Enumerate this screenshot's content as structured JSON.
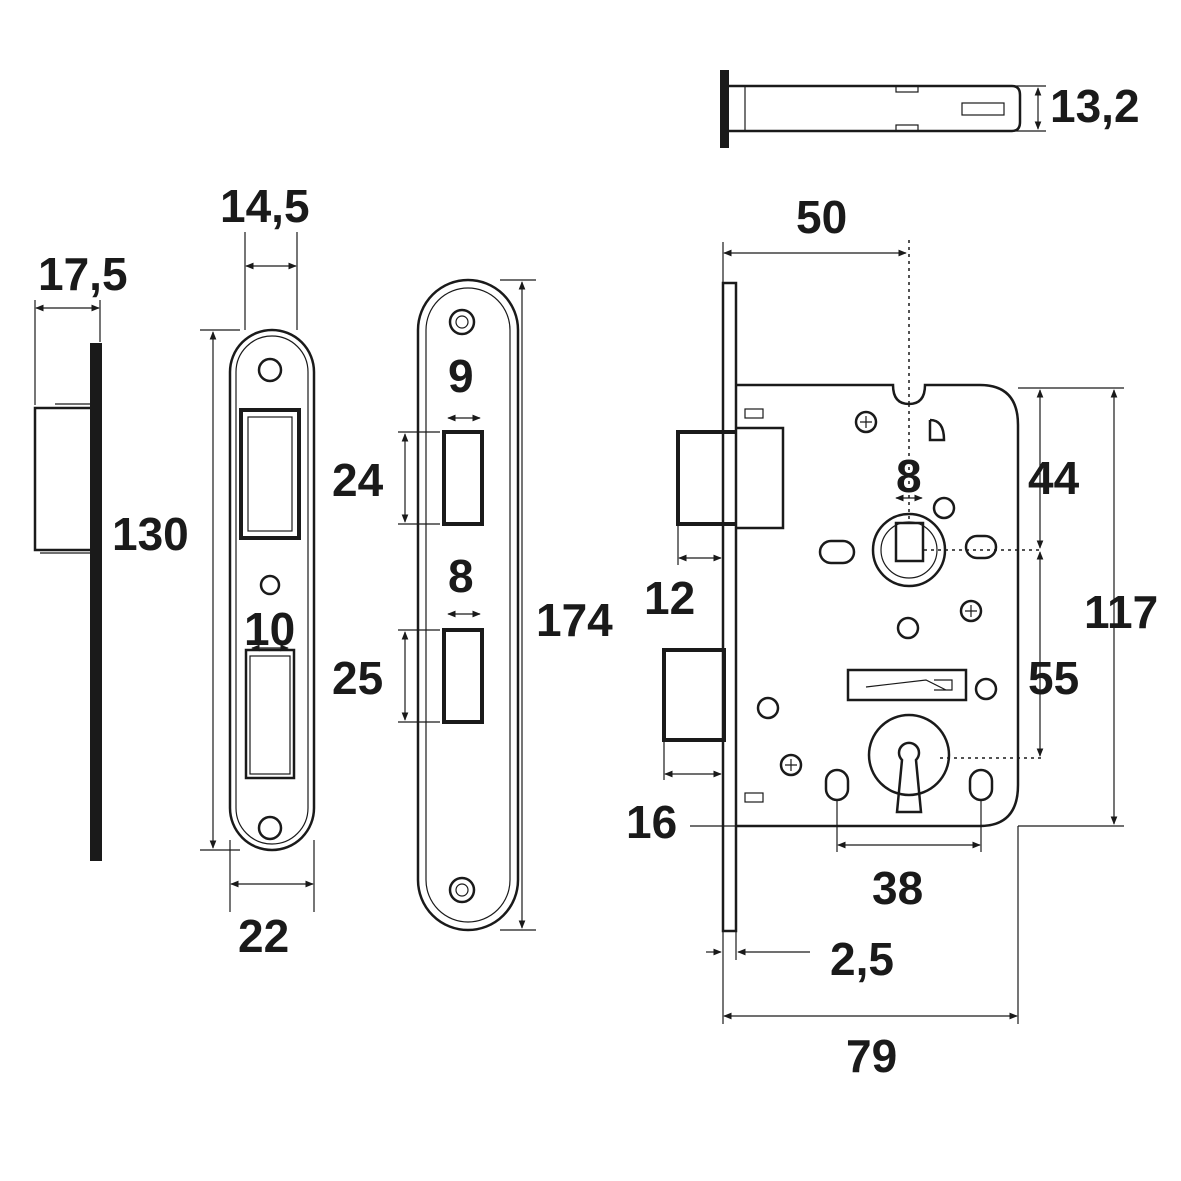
{
  "dimensions": {
    "w_17_5": "17,5",
    "d_130": "130",
    "w_14_5": "14,5",
    "w_22": "22",
    "d_10": "10",
    "d_9": "9",
    "d_24": "24",
    "d_8_plate": "8",
    "d_25": "25",
    "d_174": "174",
    "d_13_2": "13,2",
    "d_50": "50",
    "d_8_follower": "8",
    "d_44": "44",
    "d_117": "117",
    "d_12": "12",
    "d_55": "55",
    "d_16": "16",
    "d_38": "38",
    "d_2_5": "2,5",
    "d_79": "79"
  }
}
